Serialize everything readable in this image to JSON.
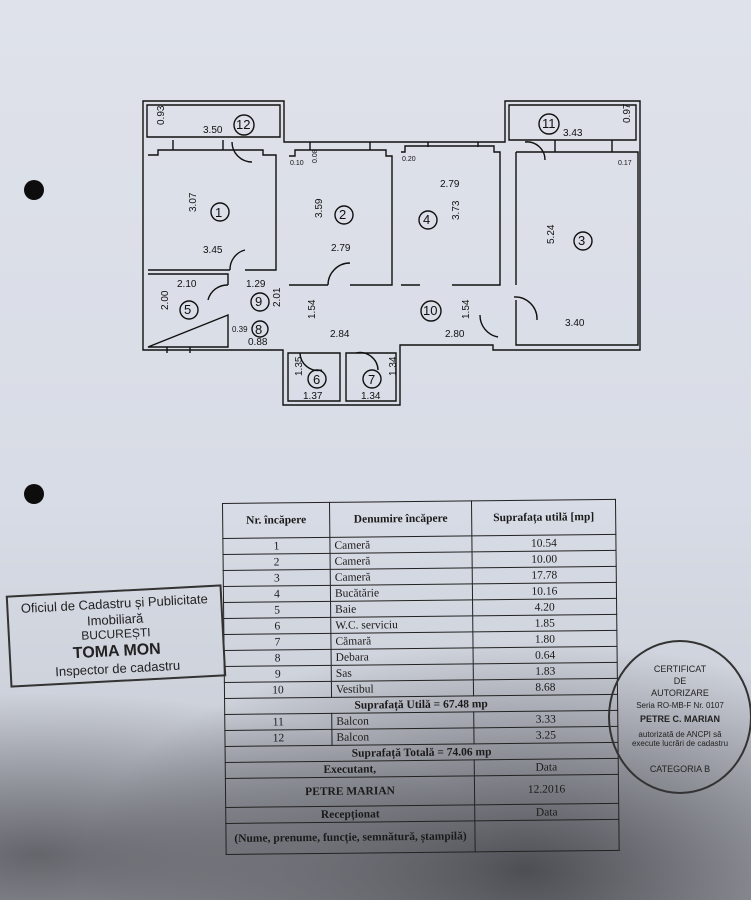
{
  "floor_plan": {
    "rooms": [
      {
        "num": "1",
        "dims": [
          "3.07",
          "3.45"
        ]
      },
      {
        "num": "2",
        "dims": [
          "3.59",
          "2.79"
        ]
      },
      {
        "num": "3",
        "dims": [
          "5.24",
          "3.40"
        ]
      },
      {
        "num": "4",
        "dims": [
          "2.79",
          "3.73"
        ]
      },
      {
        "num": "5",
        "dims": [
          "2.10",
          "2.00"
        ]
      },
      {
        "num": "6",
        "dims": [
          "1.35",
          "1.37"
        ]
      },
      {
        "num": "7",
        "dims": [
          "1.34",
          "1.34"
        ]
      },
      {
        "num": "8",
        "dims": [
          "0.39",
          "0.88"
        ]
      },
      {
        "num": "9",
        "dims": [
          "1.29",
          "2.01"
        ]
      },
      {
        "num": "10",
        "dims": [
          "1.54",
          "2.84",
          "1.54",
          "2.80"
        ]
      },
      {
        "num": "11",
        "dims": [
          "3.43",
          "0.97"
        ]
      },
      {
        "num": "12",
        "dims": [
          "0.93",
          "3.50"
        ]
      }
    ],
    "small_dims": [
      "0.10",
      "0.08",
      "0.20",
      "0.17"
    ]
  },
  "table": {
    "headers": [
      "Nr. încăpere",
      "Denumire încăpere",
      "Suprafața utilă [mp]"
    ],
    "rows": [
      {
        "nr": "1",
        "name": "Cameră",
        "area": "10.54"
      },
      {
        "nr": "2",
        "name": "Cameră",
        "area": "10.00"
      },
      {
        "nr": "3",
        "name": "Cameră",
        "area": "17.78"
      },
      {
        "nr": "4",
        "name": "Bucătărie",
        "area": "10.16"
      },
      {
        "nr": "5",
        "name": "Baie",
        "area": "4.20"
      },
      {
        "nr": "6",
        "name": "W.C. serviciu",
        "area": "1.85"
      },
      {
        "nr": "7",
        "name": "Cămară",
        "area": "1.80"
      },
      {
        "nr": "8",
        "name": "Debara",
        "area": "0.64"
      },
      {
        "nr": "9",
        "name": "Sas",
        "area": "1.83"
      },
      {
        "nr": "10",
        "name": "Vestibul",
        "area": "8.68"
      }
    ],
    "useful_total": "Suprafață Utilă = 67.48 mp",
    "balcony_rows": [
      {
        "nr": "11",
        "name": "Balcon",
        "area": "3.33"
      },
      {
        "nr": "12",
        "name": "Balcon",
        "area": "3.25"
      }
    ],
    "grand_total": "Suprafață Totală = 74.06 mp",
    "executant_label": "Executant,",
    "executant_name": "PETRE MARIAN",
    "date_label": "Data",
    "date_value": "12.2016",
    "receptionat_label": "Recepționat",
    "date_label_2": "Data",
    "signature_note": "(Nume, prenume, funcție, semnătură, ștampilă)"
  },
  "stamps": {
    "office": {
      "line1": "Oficiul de Cadastru și Publicitate Imobiliară",
      "line2": "BUCUREȘTI",
      "line3": "TOMA MON",
      "line4": "Inspector de cadastru"
    },
    "certificate": {
      "arc": "autorizată de ANCPI să execute lucrări de cadastru",
      "l1": "CERTIFICAT",
      "l2": "DE",
      "l3": "AUTORIZARE",
      "l4": "Seria RO-MB-F Nr. 0107",
      "l5": "PETRE C. MARIAN",
      "l6": "CATEGORIA B"
    }
  }
}
